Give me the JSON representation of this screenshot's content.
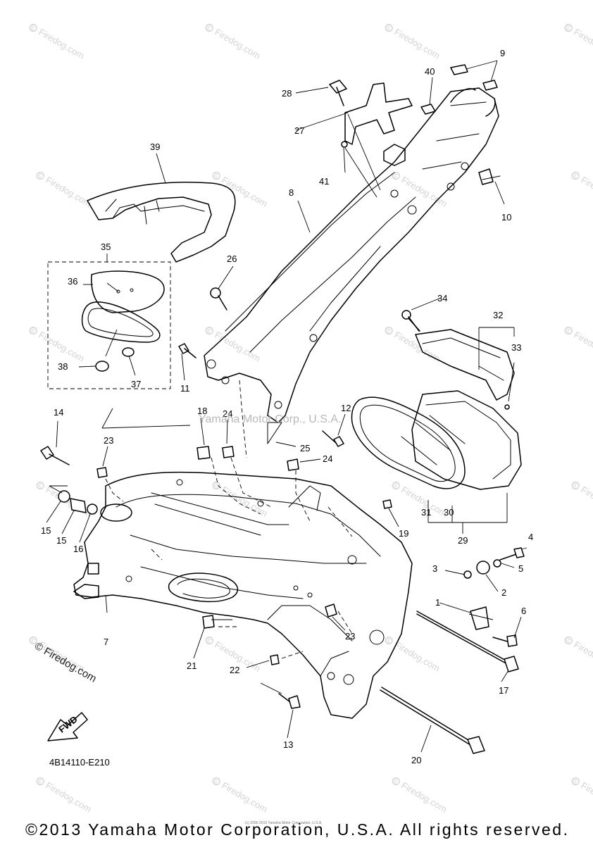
{
  "watermark": {
    "text": "Firedog.com",
    "symbol": "©",
    "center_text": "Yamaha Motor Corp., U.S.A."
  },
  "brand_mark": "© Firedog.com",
  "diagram_code": "4B14110-E210",
  "fwd_label": "FWD",
  "footer": {
    "copyright": "©2013 Yamaha Motor Corporation, U.S.A. All rights reserved.",
    "fine_print": "(c) 2005-2015 Yamaha Motor Corporation, U.S.A."
  },
  "callouts": [
    "1",
    "2",
    "3",
    "4",
    "5",
    "6",
    "7",
    "8",
    "9",
    "10",
    "11",
    "12",
    "13",
    "14",
    "15",
    "15",
    "16",
    "17",
    "18",
    "19",
    "20",
    "21",
    "22",
    "23",
    "23",
    "24",
    "24",
    "25",
    "26",
    "27",
    "28",
    "29",
    "30",
    "31",
    "32",
    "33",
    "34",
    "35",
    "36",
    "37",
    "38",
    "39",
    "40",
    "41"
  ],
  "colors": {
    "line": "#000000",
    "watermark": "#d4d4d4",
    "background": "#ffffff"
  }
}
